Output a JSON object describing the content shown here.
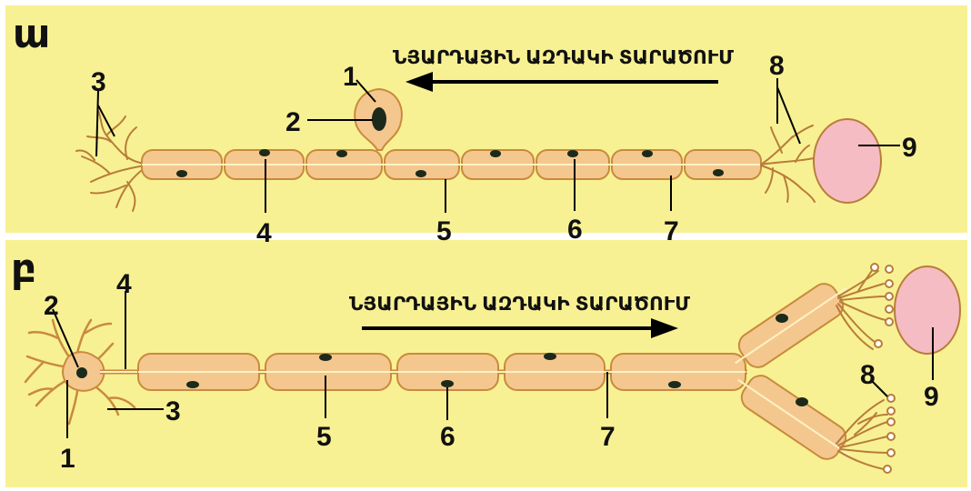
{
  "panel_a": {
    "letter": "ա",
    "direction_text": "ՆՅԱՐԴԱՅԻՆ ԱԶԴԱԿԻ ՏԱՐԱԾՈՒՄ",
    "labels": {
      "n1": "1",
      "n2": "2",
      "n3": "3",
      "n4": "4",
      "n5": "5",
      "n6": "6",
      "n7": "7",
      "n8": "8",
      "n9": "9"
    }
  },
  "panel_b": {
    "letter": "բ",
    "direction_text": "ՆՅԱՐԴԱՅԻՆ ԱԶԴԱԿԻ ՏԱՐԱԾՈՒՄ",
    "labels": {
      "n1": "1",
      "n2": "2",
      "n3": "3",
      "n4": "4",
      "n5": "5",
      "n6": "6",
      "n7": "7",
      "n8": "8",
      "n9": "9"
    }
  },
  "colors": {
    "panel_bg": "#f8f193",
    "sheath": "#f4c78f",
    "sheath_stroke": "#c98a3c",
    "nucleus": "#1b2a1b",
    "target_cell": "#f5bcc3",
    "axon": "#fff2c2",
    "arrow": "#000000"
  }
}
